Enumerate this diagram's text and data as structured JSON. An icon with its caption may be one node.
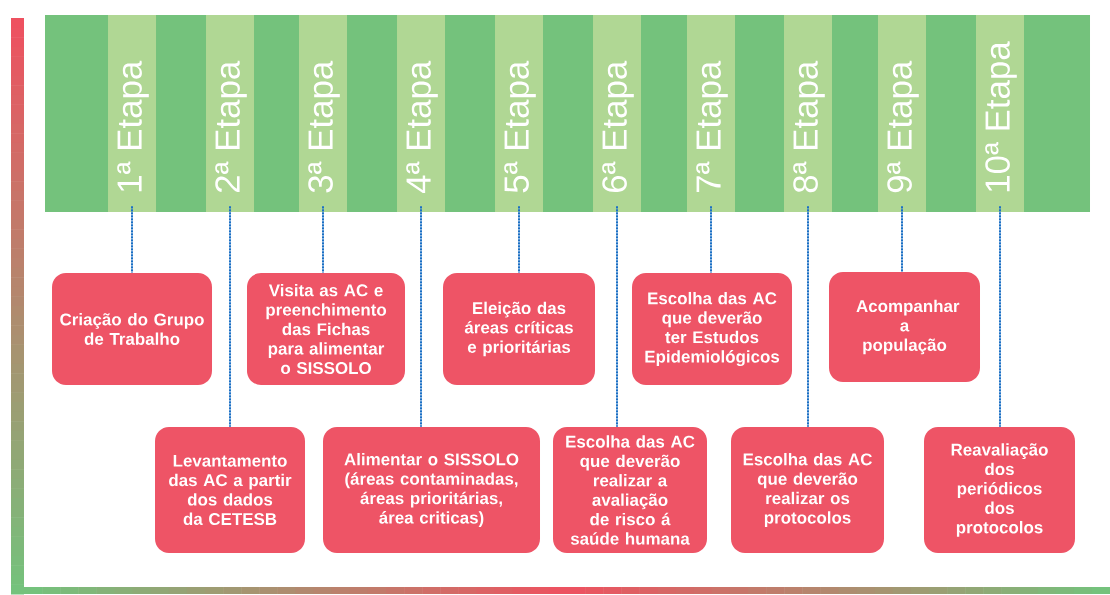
{
  "diagram": {
    "nodes": [
      {
        "text": [],
        "shape": "bar"
      },
      {
        "text": [
          "1ª Etapa"
        ],
        "in": 0
      },
      {
        "text": [
          "2ª Etapa"
        ],
        "in": 0
      },
      {
        "text": [
          "3ª Etapa"
        ],
        "in": 0
      },
      {
        "text": [
          "4ª Etapa"
        ],
        "in": 0
      },
      {
        "text": [
          "5ª Etapa"
        ],
        "in": 0
      },
      {
        "text": [
          "6ª Etapa"
        ],
        "in": 0
      },
      {
        "text": [
          "7ª Etapa"
        ],
        "in": 0
      },
      {
        "text": [
          "8ª Etapa"
        ],
        "in": 0
      },
      {
        "text": [
          "9ª Etapa"
        ],
        "in": 0
      },
      {
        "text": [
          "10ª Etapa"
        ],
        "in": 0
      },
      {
        "text": [
          "Criação do Grupo de Trabalho"
        ]
      },
      {
        "text": [
          "Levantamento das AC a partir dos dados da CETESB"
        ]
      },
      {
        "text": [
          "Visita as AC e preenchimento das Fichas para alimentar o SISSOLO"
        ]
      },
      {
        "text": [
          "Alimentar o SISSOLO (áreas contaminadas, áreas prioritárias, área criticas)"
        ]
      },
      {
        "text": [
          "Eleição das áreas críticas e prioritárias"
        ]
      },
      {
        "text": [
          "Escolha das AC que deverão realizar a avaliação de risco á saúde humana"
        ]
      },
      {
        "text": [
          "Escolha das AC que deverão ter Estudos Epidemiológicos"
        ]
      },
      {
        "text": [
          "Escolha das AC que deverão realizar os protocolos"
        ]
      },
      {
        "text": [
          "Acompanhar a população"
        ]
      },
      {
        "text": [
          "Reavaliação dos periódicos dos protocolos"
        ]
      }
    ],
    "edges": [
      {
        "from": 1,
        "to": 11,
        "arrow": "none",
        "style": "dashed"
      },
      {
        "from": 2,
        "to": 12,
        "arrow": "none",
        "style": "dashed"
      },
      {
        "from": 3,
        "to": 13,
        "arrow": "none",
        "style": "dashed"
      },
      {
        "from": 4,
        "to": 14,
        "arrow": "none",
        "style": "dashed"
      },
      {
        "from": 5,
        "to": 15,
        "arrow": "none",
        "style": "dashed"
      },
      {
        "from": 6,
        "to": 16,
        "arrow": "none",
        "style": "dashed"
      },
      {
        "from": 7,
        "to": 17,
        "arrow": "none",
        "style": "dashed"
      },
      {
        "from": 8,
        "to": 18,
        "arrow": "none",
        "style": "dashed"
      },
      {
        "from": 9,
        "to": 19,
        "arrow": "none",
        "style": "dashed"
      },
      {
        "from": 10,
        "to": 20,
        "arrow": "none",
        "style": "dashed"
      }
    ]
  }
}
